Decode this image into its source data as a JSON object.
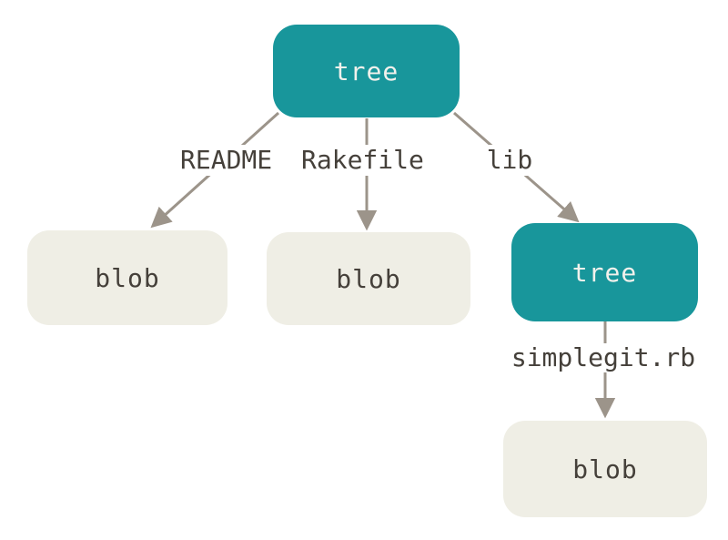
{
  "diagram": {
    "nodes": [
      {
        "id": "tree-root",
        "type": "tree",
        "label": "tree"
      },
      {
        "id": "blob-readme",
        "type": "blob",
        "label": "blob"
      },
      {
        "id": "blob-rakefile",
        "type": "blob",
        "label": "blob"
      },
      {
        "id": "tree-lib",
        "type": "tree",
        "label": "tree"
      },
      {
        "id": "blob-simplegit",
        "type": "blob",
        "label": "blob"
      }
    ],
    "edge_labels": {
      "readme": "README",
      "rakefile": "Rakefile",
      "lib": "lib",
      "simplegit": "simplegit.rb"
    },
    "colors": {
      "background": "#ffffff",
      "tree_fill": "#18969b",
      "tree_text": "#f2f1ec",
      "blob_fill": "#efeee5",
      "blob_text": "#45403a",
      "label_bg": "#ffffff",
      "label_text": "#45403a",
      "arrow": "#9c948a"
    }
  }
}
